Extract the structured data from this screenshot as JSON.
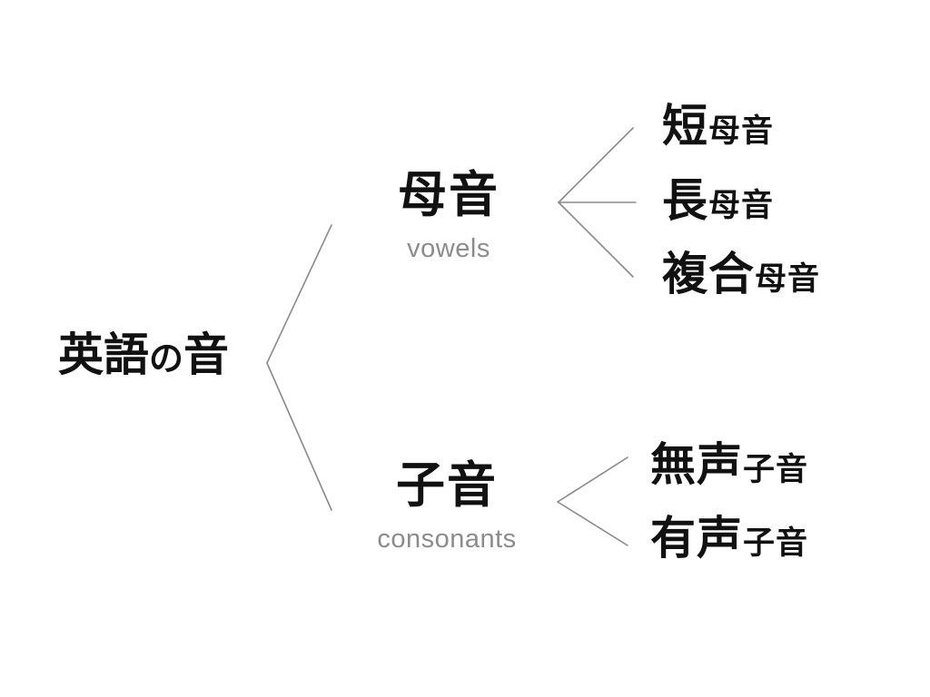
{
  "diagram": {
    "title": "英語の音",
    "background_color": "#ffffff",
    "text_color": "#111111",
    "subtitle_color": "#8c8c8c",
    "line_color": "#8a8a8a",
    "root": {
      "prefix": "英語",
      "particle": "の",
      "suffix": "音",
      "romaji_label": ""
    },
    "branches": [
      {
        "id": "vowels",
        "label": "母音",
        "sublabel": "vowels",
        "leaves": [
          {
            "id": "short-vowel",
            "prefix": "短",
            "suffix": "母音"
          },
          {
            "id": "long-vowel",
            "prefix": "長",
            "suffix": "母音"
          },
          {
            "id": "diphthong",
            "prefix": "複合",
            "suffix": "母音"
          }
        ]
      },
      {
        "id": "consonants",
        "label": "子音",
        "sublabel": "consonants",
        "leaves": [
          {
            "id": "voiceless",
            "prefix": "無声",
            "suffix": "子音"
          },
          {
            "id": "voiced",
            "prefix": "有声",
            "suffix": "子音"
          }
        ]
      }
    ]
  }
}
